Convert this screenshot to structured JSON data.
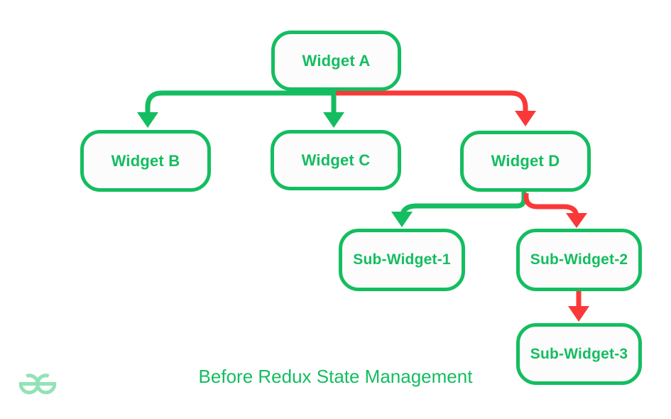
{
  "diagram": {
    "caption": "Before Redux State Management",
    "nodes": [
      {
        "id": "widget-a",
        "label": "Widget A"
      },
      {
        "id": "widget-b",
        "label": "Widget B"
      },
      {
        "id": "widget-c",
        "label": "Widget C"
      },
      {
        "id": "widget-d",
        "label": "Widget D"
      },
      {
        "id": "sub-widget-1",
        "label": "Sub-Widget-1"
      },
      {
        "id": "sub-widget-2",
        "label": "Sub-Widget-2"
      },
      {
        "id": "sub-widget-3",
        "label": "Sub-Widget-3"
      }
    ],
    "edges": [
      {
        "from": "Widget A",
        "to": "Widget B",
        "color": "green"
      },
      {
        "from": "Widget A",
        "to": "Widget C",
        "color": "green"
      },
      {
        "from": "Widget A",
        "to": "Widget D",
        "color": "red"
      },
      {
        "from": "Widget D",
        "to": "Sub-Widget-1",
        "color": "green"
      },
      {
        "from": "Widget D",
        "to": "Sub-Widget-2",
        "color": "red"
      },
      {
        "from": "Sub-Widget-2",
        "to": "Sub-Widget-3",
        "color": "red"
      }
    ],
    "colors": {
      "green": "#14bd60",
      "red": "#fb3838",
      "logo_green": "#93e2b7",
      "node_fill": "#fcfcfc"
    },
    "logo_icon": "geeksforgeeks-logo"
  }
}
